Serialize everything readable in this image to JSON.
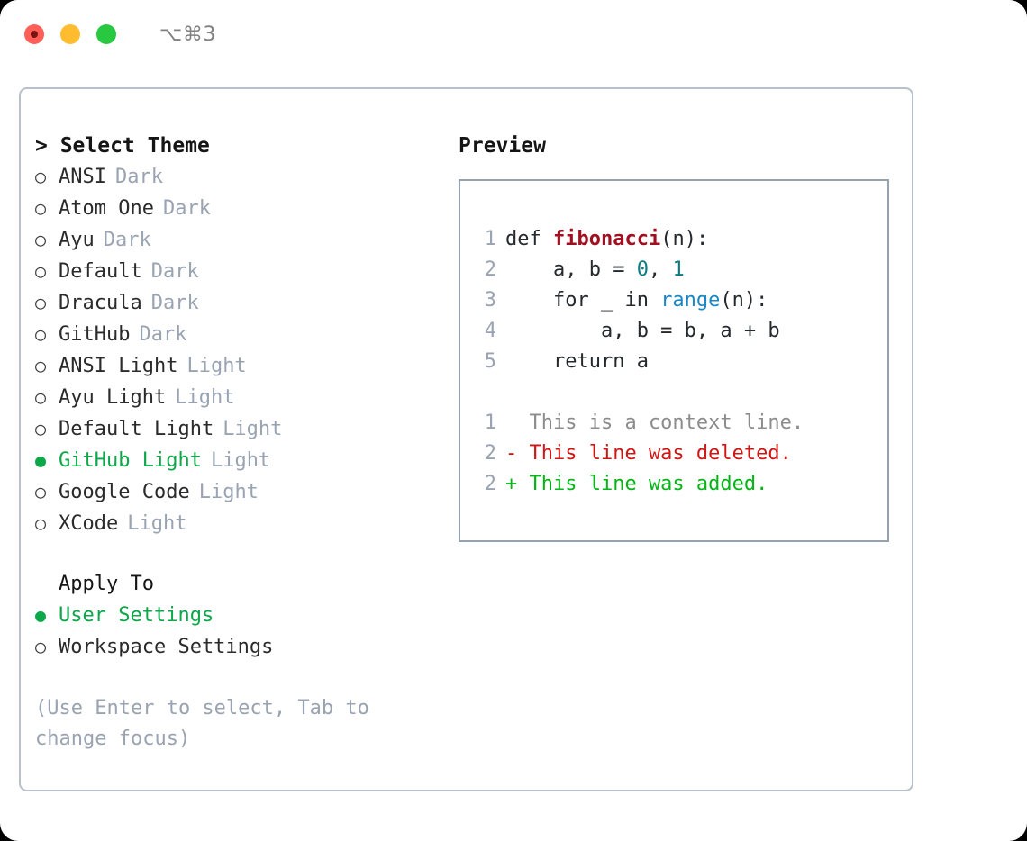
{
  "window": {
    "title": "⌥⌘3",
    "traffic_lights": [
      {
        "name": "close",
        "color": "#ff5f57"
      },
      {
        "name": "minimize",
        "color": "#febc2e"
      },
      {
        "name": "maximize",
        "color": "#28c840"
      }
    ]
  },
  "theme_panel": {
    "header": "> Select Theme",
    "items": [
      {
        "marker": "○",
        "label": "ANSI",
        "tag": "Dark",
        "selected": false
      },
      {
        "marker": "○",
        "label": "Atom One",
        "tag": "Dark",
        "selected": false
      },
      {
        "marker": "○",
        "label": "Ayu",
        "tag": "Dark",
        "selected": false
      },
      {
        "marker": "○",
        "label": "Default",
        "tag": "Dark",
        "selected": false
      },
      {
        "marker": "○",
        "label": "Dracula",
        "tag": "Dark",
        "selected": false
      },
      {
        "marker": "○",
        "label": "GitHub",
        "tag": "Dark",
        "selected": false
      },
      {
        "marker": "○",
        "label": "ANSI Light",
        "tag": "Light",
        "selected": false
      },
      {
        "marker": "○",
        "label": "Ayu Light",
        "tag": "Light",
        "selected": false
      },
      {
        "marker": "○",
        "label": "Default Light",
        "tag": "Light",
        "selected": false
      },
      {
        "marker": "●",
        "label": "GitHub Light",
        "tag": "Light",
        "selected": true
      },
      {
        "marker": "○",
        "label": "Google Code",
        "tag": "Light",
        "selected": false
      },
      {
        "marker": "○",
        "label": "XCode",
        "tag": "Light",
        "selected": false
      }
    ]
  },
  "apply_to": {
    "title": "Apply To",
    "options": [
      {
        "marker": "●",
        "label": "User Settings",
        "selected": true
      },
      {
        "marker": "○",
        "label": "Workspace Settings",
        "selected": false
      }
    ]
  },
  "hint": "(Use Enter to select, Tab to change focus)",
  "preview": {
    "header": "Preview",
    "code_lines": [
      {
        "no": "1",
        "segments": [
          {
            "text": "def ",
            "type": "kw"
          },
          {
            "text": "fibonacci",
            "type": "fn"
          },
          {
            "text": "(n):",
            "type": "plain"
          }
        ]
      },
      {
        "no": "2",
        "segments": [
          {
            "text": "    a, b = ",
            "type": "plain"
          },
          {
            "text": "0",
            "type": "num"
          },
          {
            "text": ", ",
            "type": "plain"
          },
          {
            "text": "1",
            "type": "num"
          }
        ]
      },
      {
        "no": "3",
        "segments": [
          {
            "text": "    for _ in ",
            "type": "plain"
          },
          {
            "text": "range",
            "type": "call"
          },
          {
            "text": "(n):",
            "type": "plain"
          }
        ]
      },
      {
        "no": "4",
        "segments": [
          {
            "text": "        a, b = b, a + b",
            "type": "plain"
          }
        ]
      },
      {
        "no": "5",
        "segments": [
          {
            "text": "    return a",
            "type": "plain"
          }
        ]
      }
    ],
    "diff_lines": [
      {
        "no": "1",
        "text": "  This is a context line.",
        "kind": "ctx"
      },
      {
        "no": "2",
        "text": "- This line was deleted.",
        "kind": "del"
      },
      {
        "no": "2",
        "text": "+ This line was added.",
        "kind": "add"
      }
    ]
  },
  "colors": {
    "accent_green": "#0ba84a",
    "muted": "#9aa3b2",
    "panel_border": "#b7c0cc",
    "preview_border": "#97a2b1",
    "keyword": "#24292e",
    "function": "#a01020",
    "number": "#0a7d83",
    "call": "#1a86c6",
    "diff_delete": "#d01613",
    "diff_add": "#04b315"
  }
}
